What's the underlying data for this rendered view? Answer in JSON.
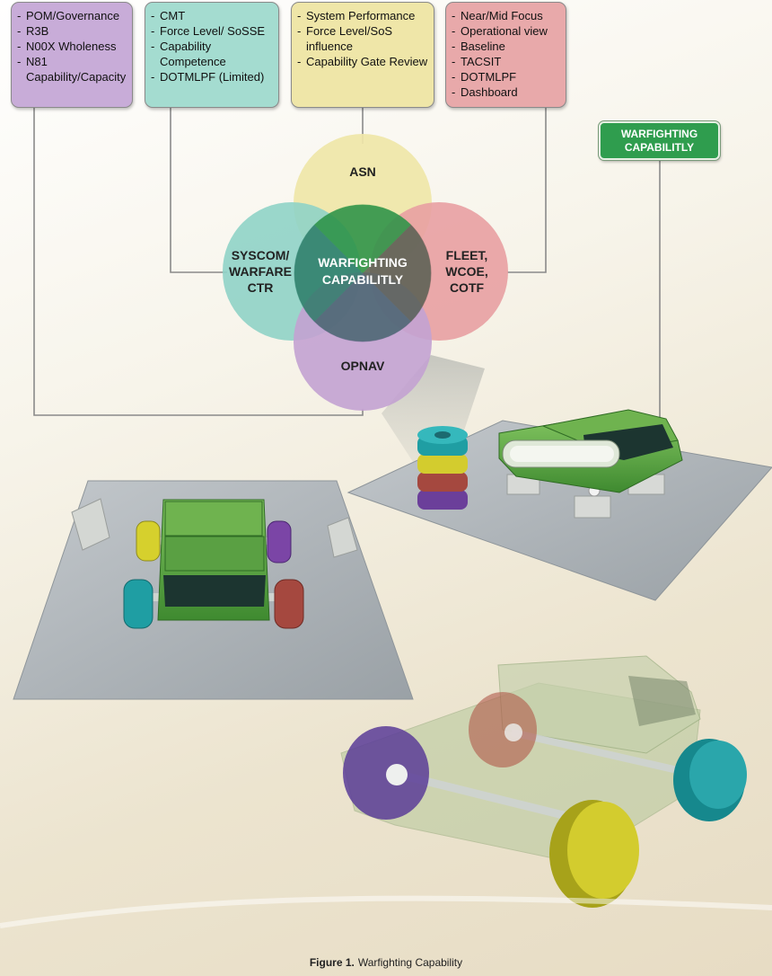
{
  "boxes": {
    "purple": {
      "items": [
        "POM/Governance",
        "R3B",
        "N00X Wholeness",
        "N81 Capability/Capacity"
      ],
      "color": "#c8acd8"
    },
    "teal": {
      "items": [
        "CMT",
        "Force Level/ SoSSE",
        "Capability Competence",
        "DOTMLPF (Limited)"
      ],
      "color": "#a4dcd0"
    },
    "yellow": {
      "items": [
        "System Performance",
        "Force Level/SoS influence",
        "Capability Gate Review"
      ],
      "color": "#efe6a8"
    },
    "pink": {
      "items": [
        "Near/Mid Focus",
        "Operational view",
        "Baseline",
        "TACSIT",
        "DOTMLPF",
        "Dashboard"
      ],
      "color": "#e8a9aa"
    }
  },
  "venn": {
    "top": "ASN",
    "left": [
      "SYSCOM/",
      "WARFARE",
      "CTR"
    ],
    "right": [
      "FLEET,",
      "WCOE,",
      "COTF"
    ],
    "bottom": "OPNAV",
    "center": [
      "WARFIGHTING",
      "CAPABILITLY"
    ]
  },
  "badge": {
    "line1": "WARFIGHTING",
    "line2": "CAPABILITLY",
    "color": "#2f9d4e"
  },
  "caption": {
    "label": "Figure 1.",
    "text": "Warfighting Capability"
  }
}
